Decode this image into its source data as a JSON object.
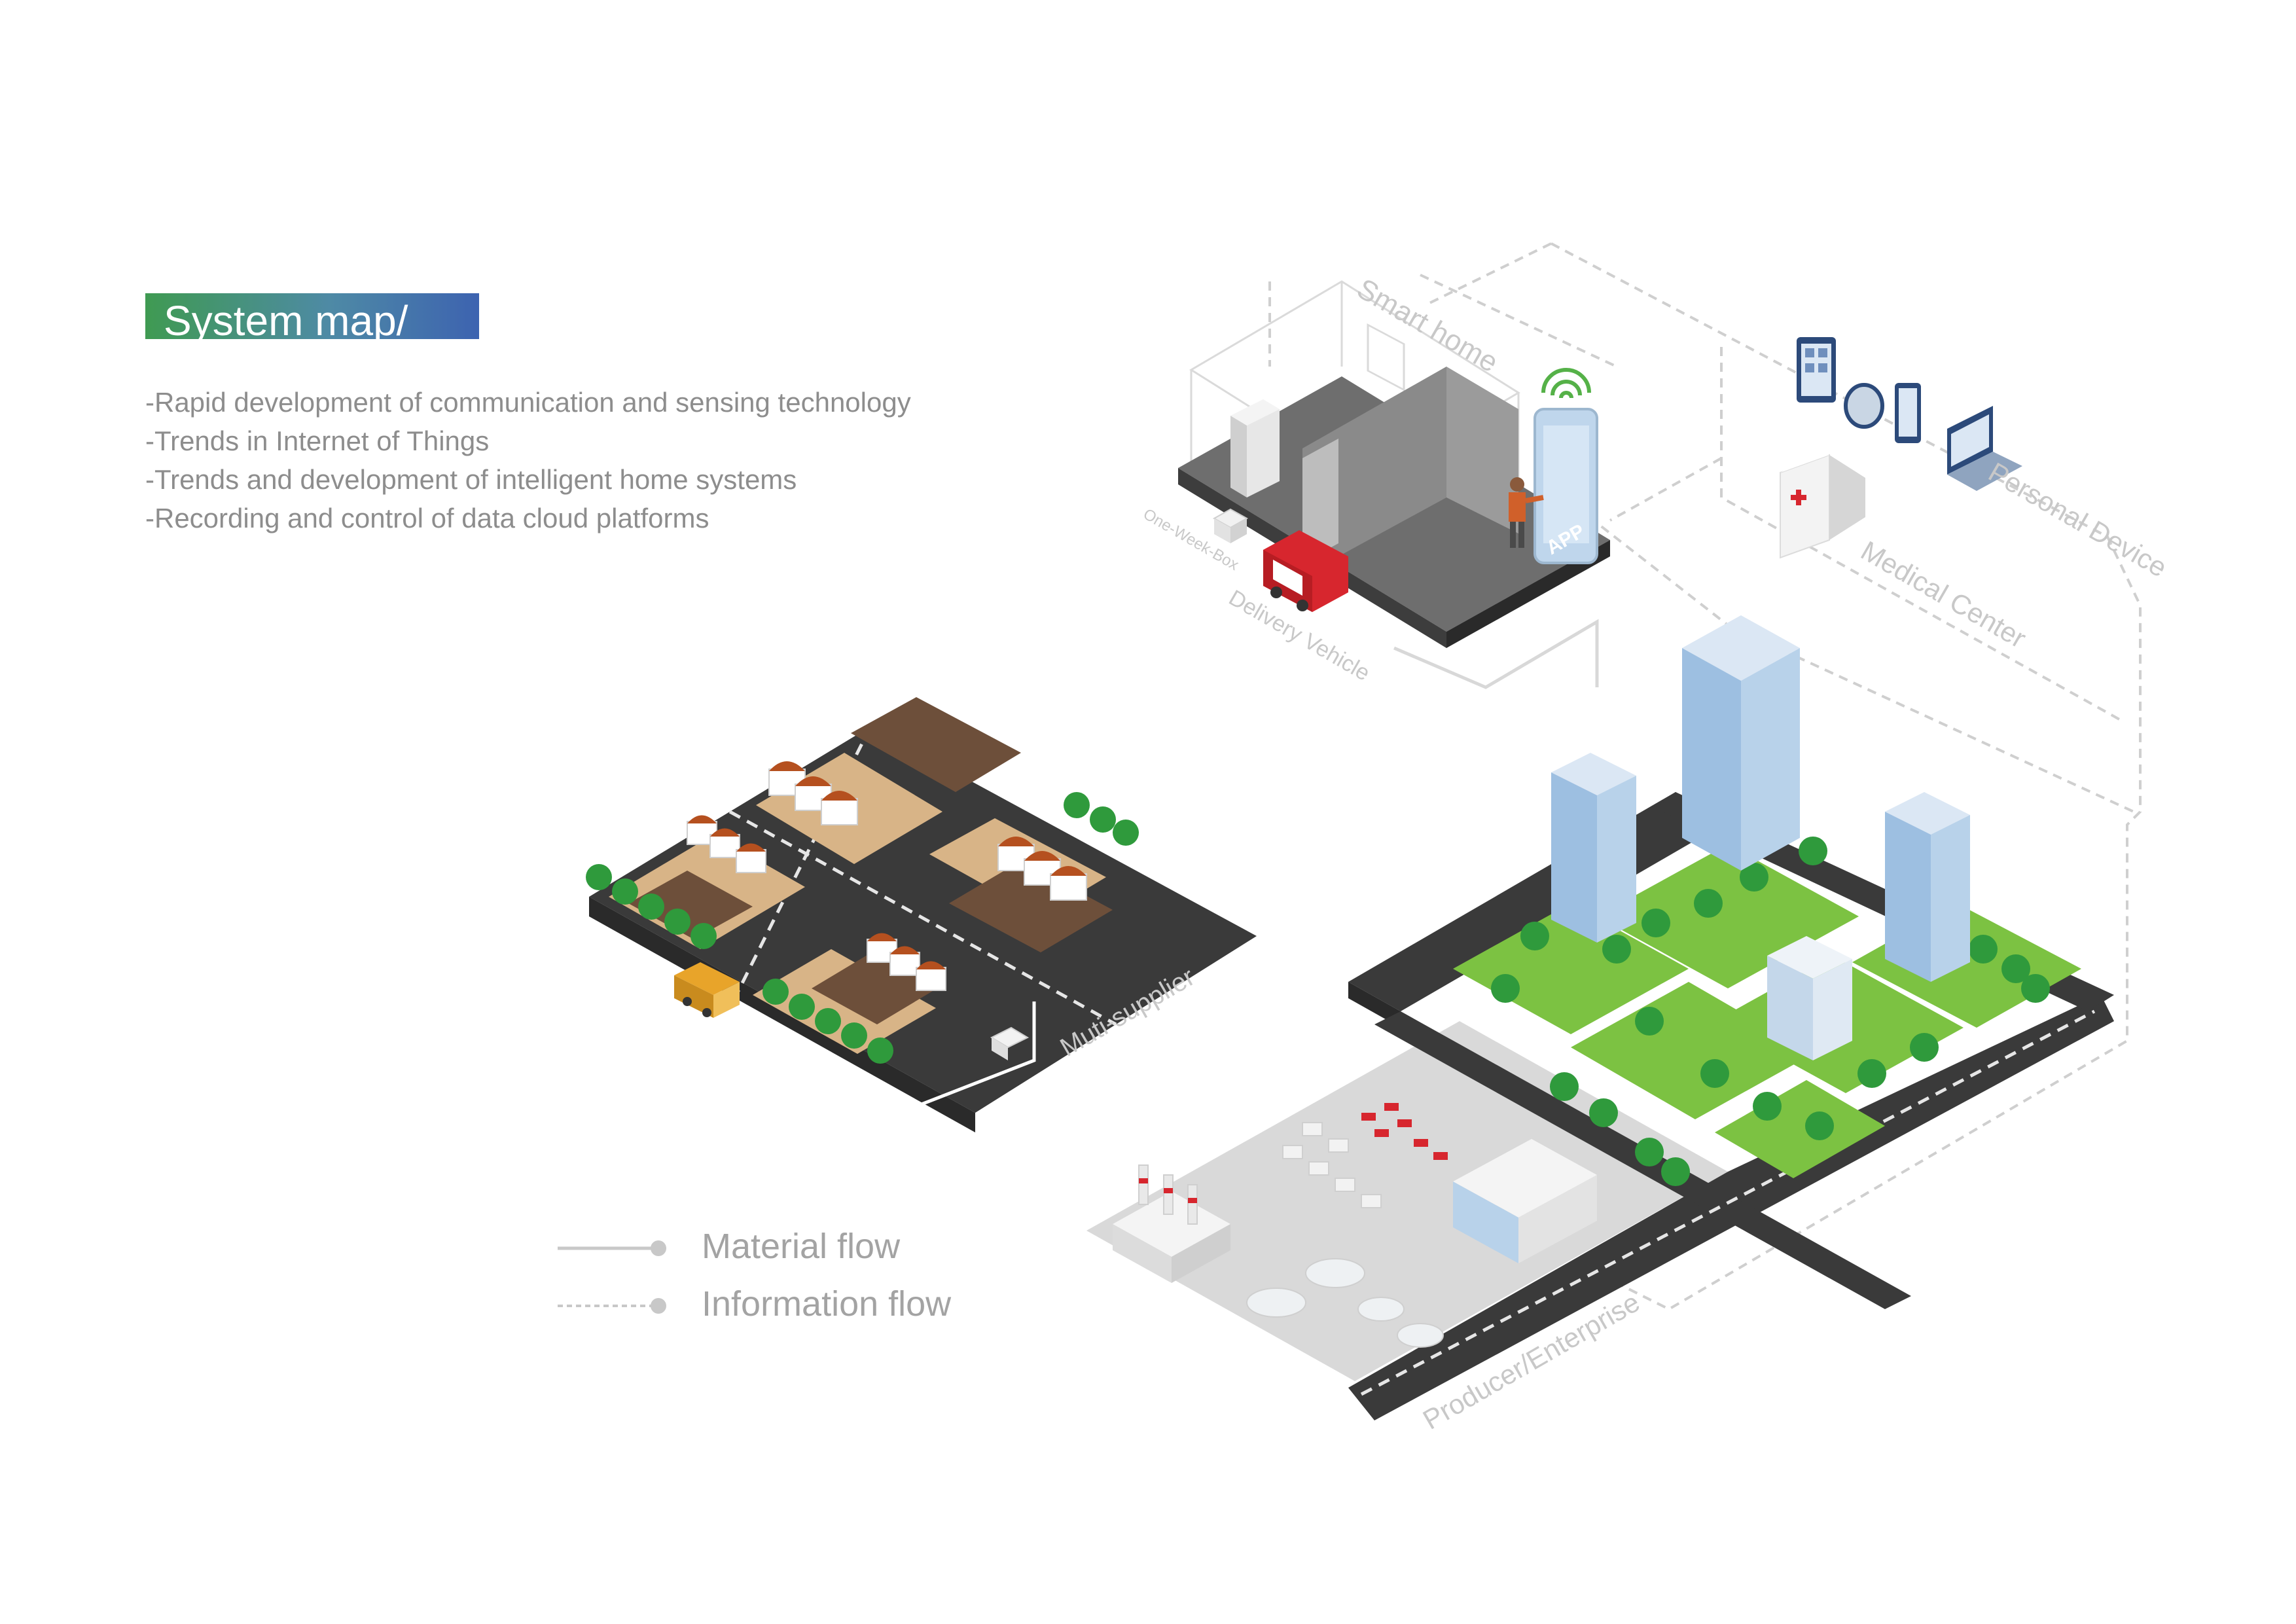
{
  "title": "System map/",
  "bullets": [
    "-Rapid development of communication and sensing technology",
    "-Trends in Internet of Things",
    "-Trends and development of intelligent home systems",
    "-Recording and control of data cloud platforms"
  ],
  "zones": {
    "smart_home": "Smart home",
    "one_week_box": "One-Week-Box",
    "delivery_vehicle": "Delivery Vehicle",
    "app": "APP",
    "personal_device": "Personal Device",
    "medical_center": "Medical Center",
    "multi_supplier": "Muti-supplier",
    "producer": "Producer/Enterprise"
  },
  "legend": {
    "material": "Material flow",
    "information": "Information flow"
  },
  "colors": {
    "banner_start": "#3f9a52",
    "banner_end": "#3d63b0",
    "road": "#3a3a3a",
    "grass": "#7cc242",
    "tree": "#2f9a3c",
    "building": "#b3cde6",
    "roof": "#b5501f",
    "soil": "#d8b487",
    "delivery_red": "#d7262e",
    "flow_line": "#cfcfcf"
  },
  "icons": [
    "wifi-icon",
    "smartphone-icon",
    "tablet-icon",
    "smartwatch-icon",
    "laptop-icon",
    "medical-cross-icon",
    "factory-icon",
    "truck-icon"
  ]
}
